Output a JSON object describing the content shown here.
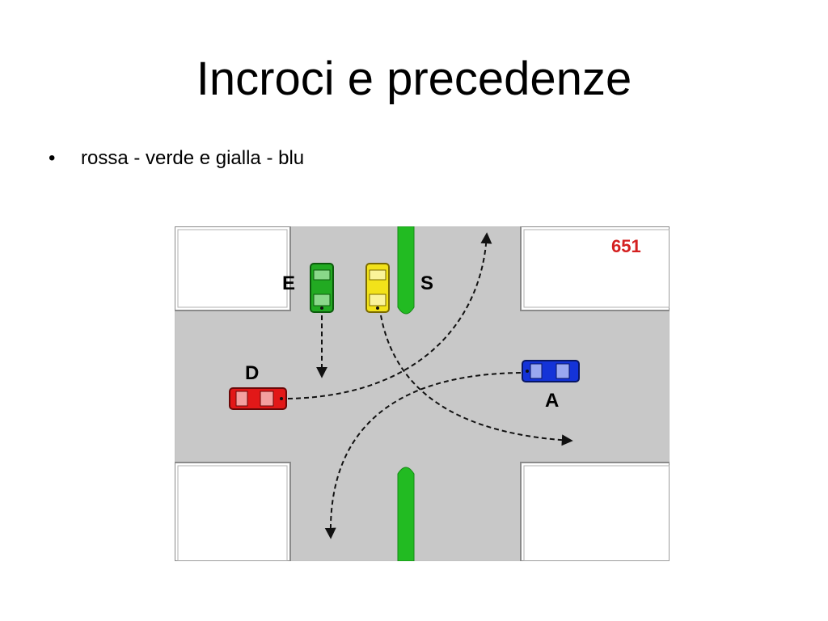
{
  "slide": {
    "title": "Incroci e precedenze",
    "bullets": [
      {
        "text": "rossa - verde e gialla - blu"
      }
    ]
  },
  "diagram": {
    "quiz_number": "651",
    "labels": {
      "E": "E",
      "S": "S",
      "D": "D",
      "A": "A"
    },
    "colors": {
      "road": "#c8c8c8",
      "block": "#ffffff",
      "divider": "#22bb22",
      "car_green": "#22aa22",
      "car_yellow": "#f2e21a",
      "car_red": "#e21818",
      "car_blue": "#1433d8",
      "quiz_number": "#d42020"
    }
  }
}
